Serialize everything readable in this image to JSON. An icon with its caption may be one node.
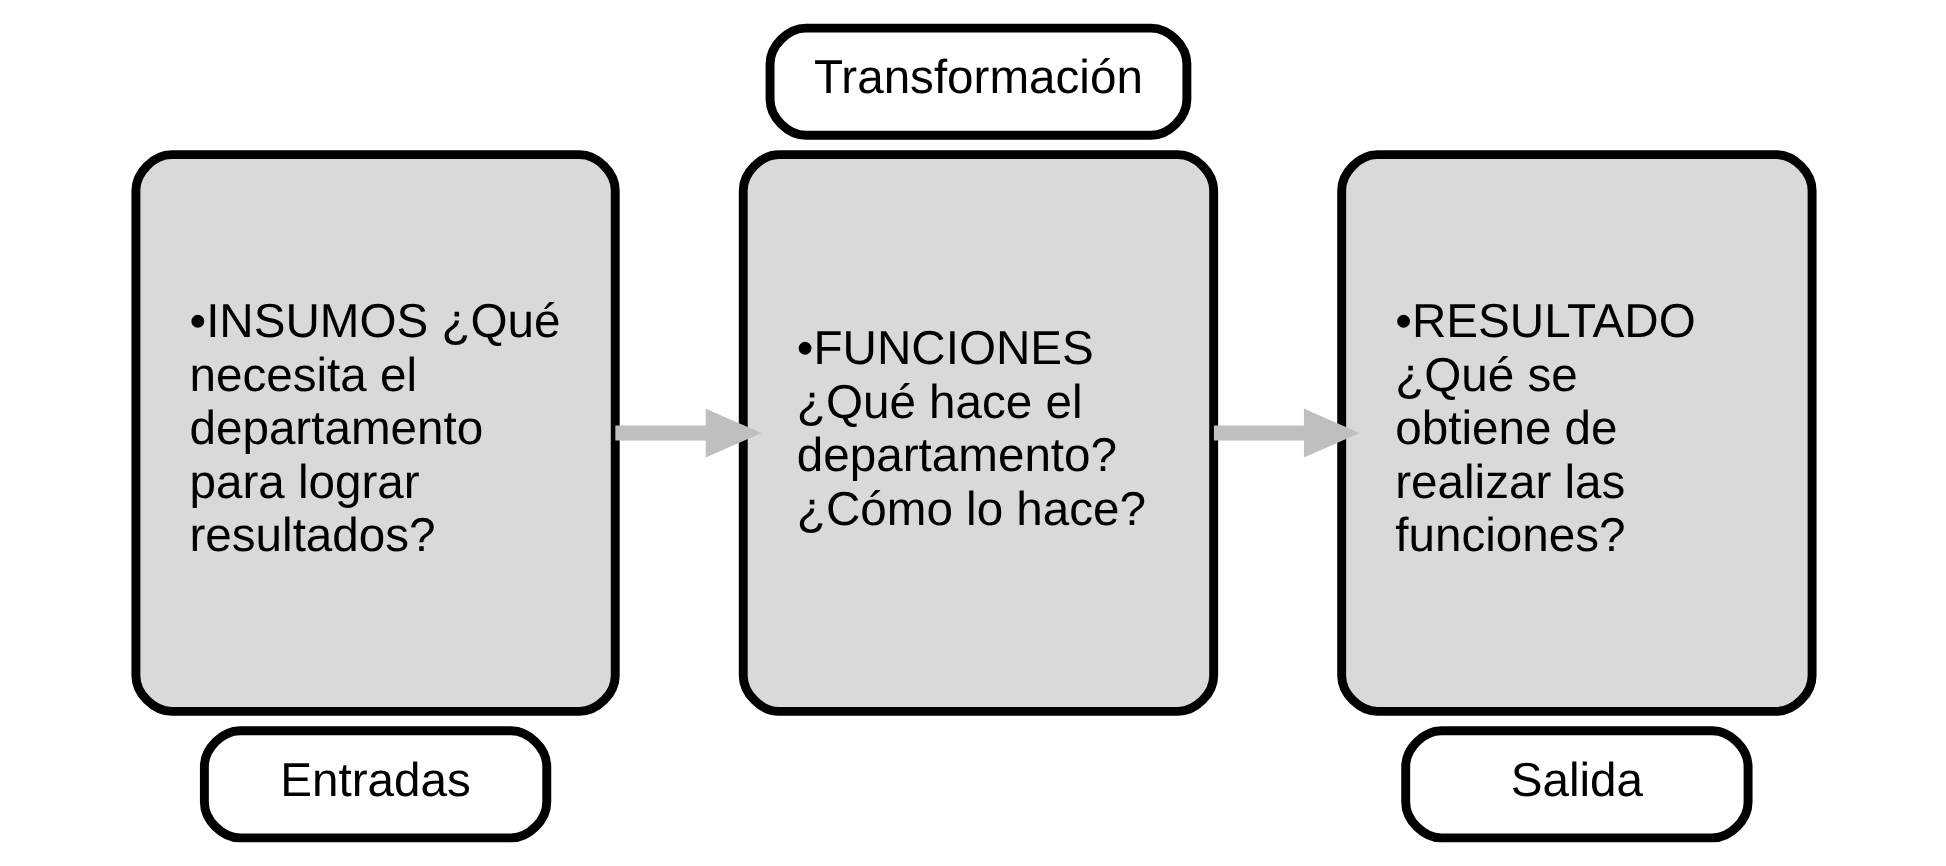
{
  "diagram": {
    "nodes": [
      {
        "text": [
          "•INSUMOS ¿Qué necesita el departamento para lograr resultados?"
        ]
      },
      {
        "text": [
          "Entradas"
        ]
      },
      {
        "text": [
          "Transformación"
        ]
      },
      {
        "text": [
          "•FUNCIONES ¿Qué hace el departamento? ¿Cómo lo hace?"
        ]
      },
      {
        "text": [
          "•RESULTADO ¿Qué se obtiene de realizar las funciones?"
        ]
      },
      {
        "text": [
          "Salida"
        ]
      }
    ],
    "edges": [
      {
        "from": 0,
        "to": 3,
        "arrow": "to"
      },
      {
        "from": 3,
        "to": 4,
        "arrow": "to"
      }
    ]
  }
}
